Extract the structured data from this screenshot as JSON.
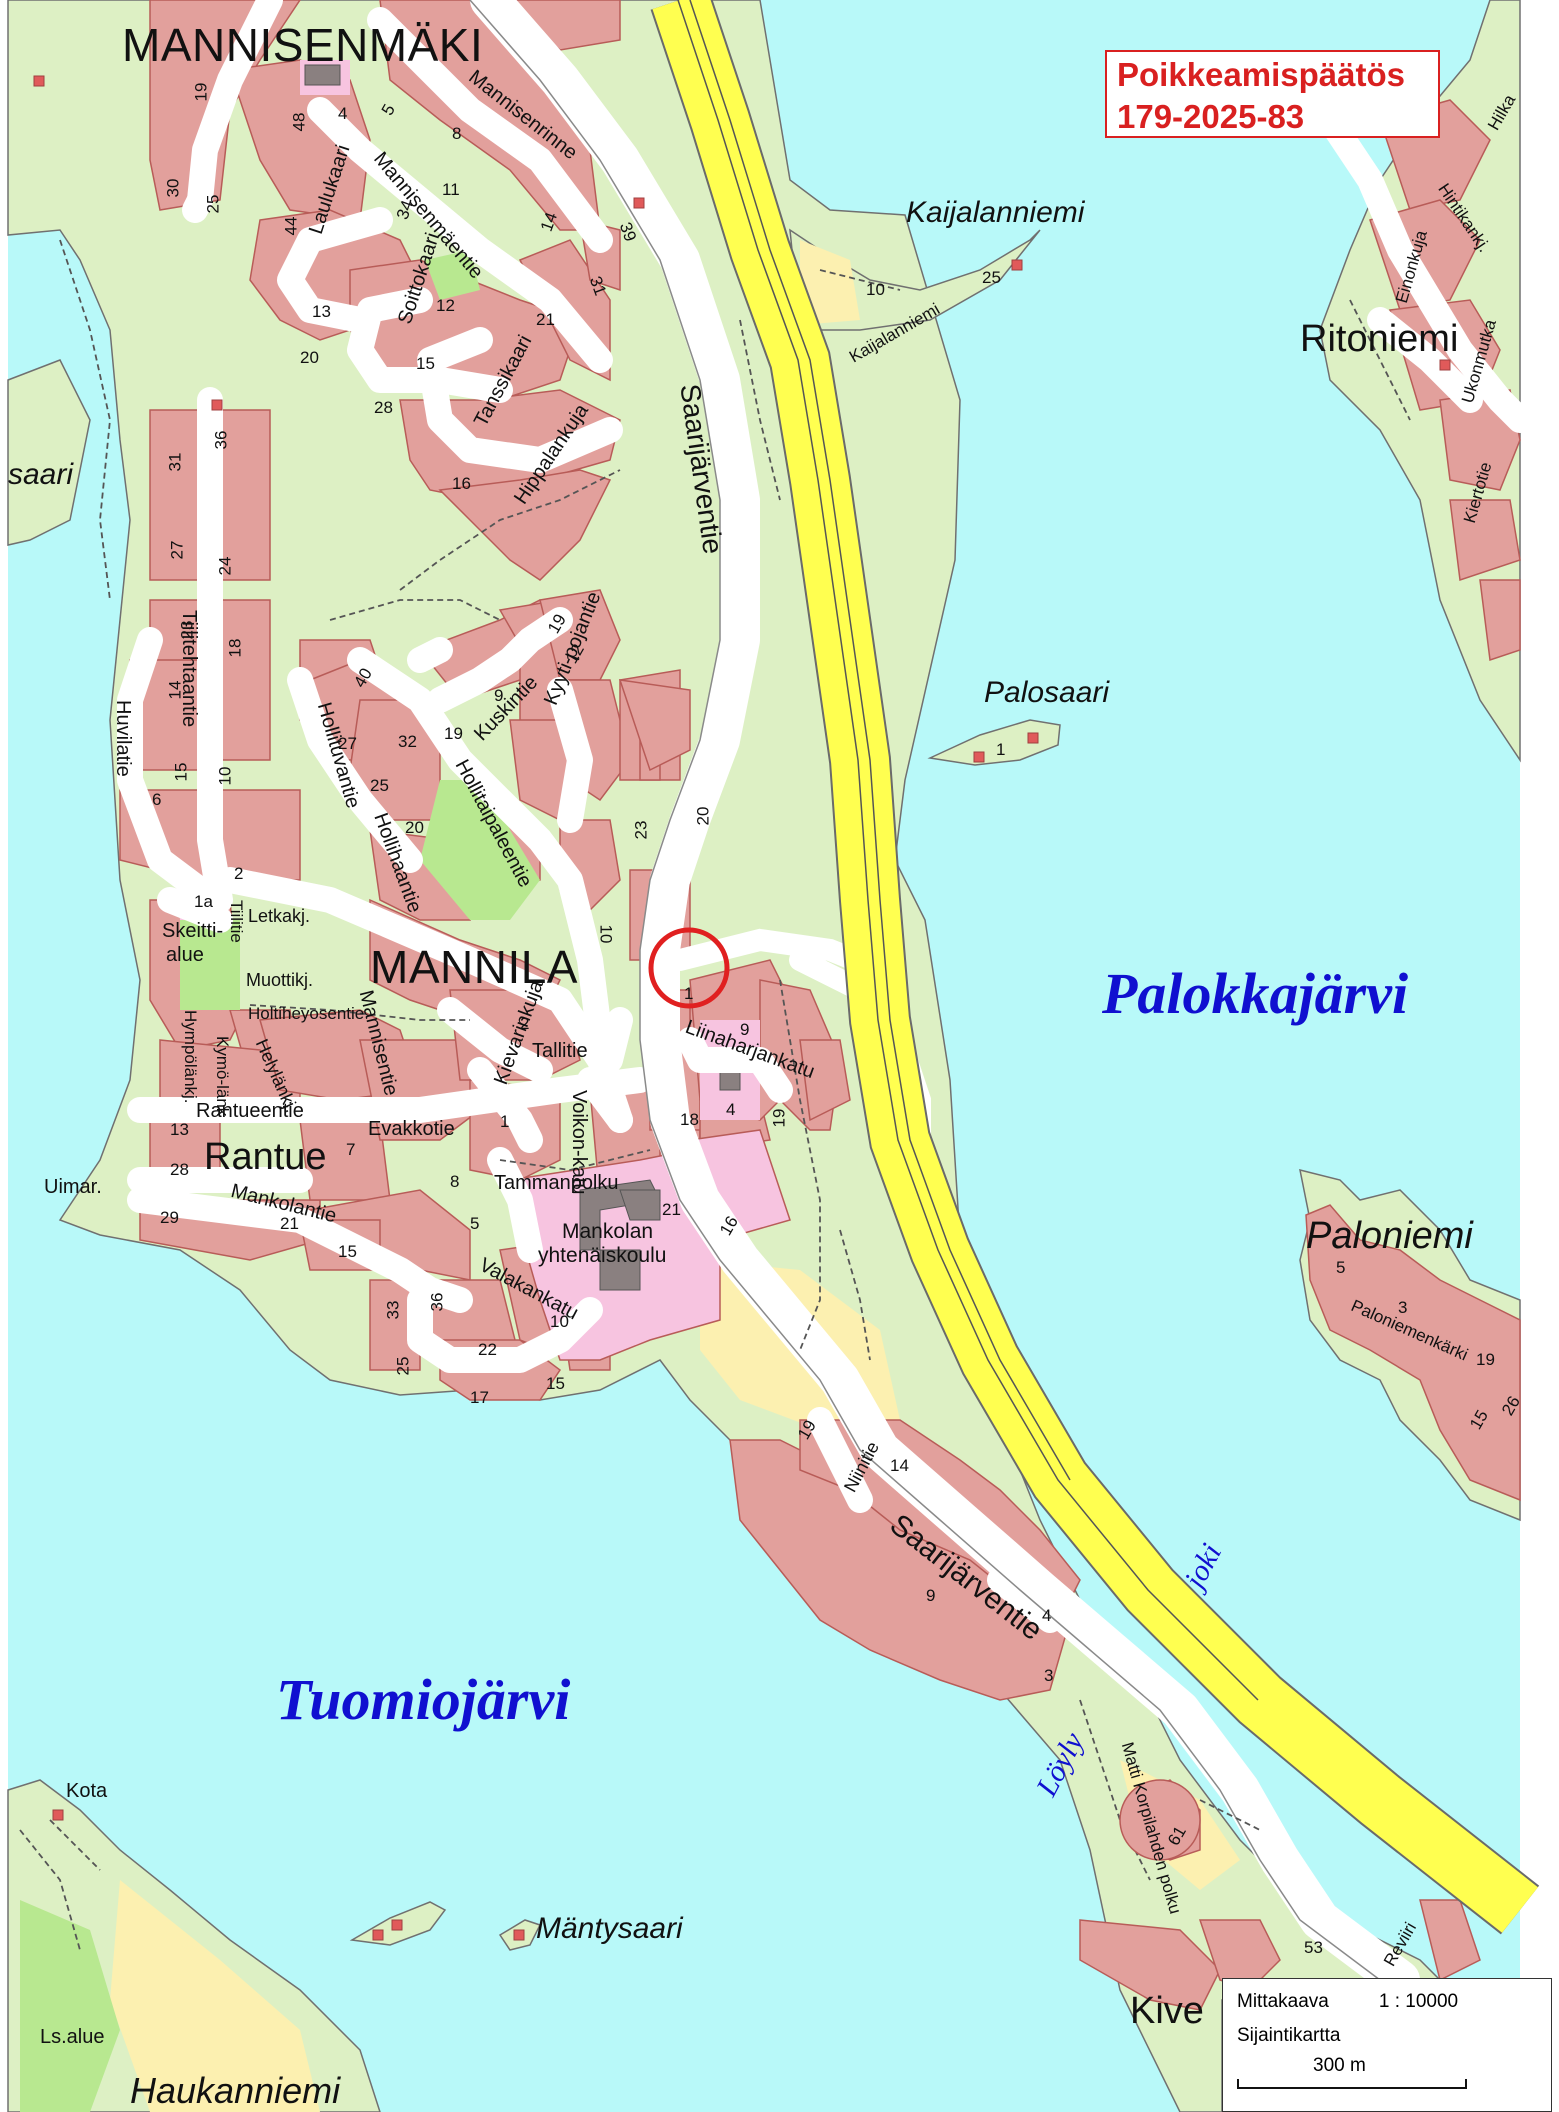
{
  "decision": {
    "line1": "Poikkeamispäätös",
    "line2": "179-2025-83"
  },
  "districts": {
    "mannisenmaki": "MANNISENMÄKI",
    "mannila": "MANNILA"
  },
  "areas": {
    "ritoniemi": "Ritoniemi",
    "rantue": "Rantue",
    "paloniemi": "Paloniemi",
    "kive": "Kive",
    "haukanniemi": "Haukanniemi"
  },
  "islands": {
    "kaijalanniemi": "Kaijalanniemi",
    "palosaari": "Palosaari",
    "mantysaari": "Mäntysaari",
    "west_saari": "saari"
  },
  "lakes": {
    "palokkajarvi": "Palokkajärvi",
    "tuomiojarvi": "Tuomiojärvi"
  },
  "water_labels": {
    "joki": "joki",
    "loyly": "Löyly"
  },
  "places": {
    "uimar": "Uimar.",
    "kota": "Kota",
    "lsalue": "Ls.alue",
    "skeitti1": "Skeitti-",
    "skeitti2": "alue",
    "school1": "Mankolan",
    "school2": "yhtenäiskoulu"
  },
  "roads": {
    "saarijarventie_n": "Saarijärventie",
    "saarijarventie_s": "Saarijärventie",
    "mannisenrinne": "Mannisenrinne",
    "mannisenmaentie": "Mannisenmäentie",
    "laulukaari": "Laulukaari",
    "soittokaari": "Soittokaari",
    "tanssikaari": "Tanssikaari",
    "hippalankuja": "Hippalankuja",
    "tiilitehtaantie": "Tiilitehtaantie",
    "huvilatie": "Huvilatie",
    "hollituvantie": "Hollituvantie",
    "hollihaantie": "Hollihaantie",
    "kuskintie": "Kuskintie",
    "kyytipojantie": "Kyyti-pojantie",
    "hollitaipaleentie": "Hollitaipaleentie",
    "mannisentie": "Mannisentie",
    "kievarinkuja": "Kievarinkuja",
    "tallitie": "Tallitie",
    "liinaharjankatu": "Liinaharjankatu",
    "voikonkatu": "Voikon-katu",
    "evakkotie": "Evakkotie",
    "rantueentie": "Rantueentie",
    "mankolantie": "Mankolantie",
    "tammanpolku": "Tammanpolku",
    "valakankatu": "Valakankatu",
    "letkakj": "Letkakj.",
    "muottikj": "Muottikj.",
    "holtiheyosentie": "Holtiheyosentie",
    "helylankj": "Helylänkj.",
    "hympolankj": "Hympölänkj.",
    "kymolank": "Kymö-länk",
    "tiilitie": "Tiilitie",
    "niinitie": "Niinitie",
    "kaijalanniemi_rd": "Kaijalanniemi",
    "paloniemenkarki": "Paloniemenkärki",
    "matti_korpilahden_polku": "Matti Korpilahden polku",
    "ukonmutka": "Ukonmutka",
    "einonkuja": "Einonkuja",
    "hintikankj": "Hintikankj.",
    "kiertotie": "Kiertotie",
    "reviiri": "Reviiri",
    "hilk": "Hilka"
  },
  "numbers": {
    "n1": "19",
    "n2": "30",
    "n3": "25",
    "n4": "48",
    "n5": "4",
    "n6": "5",
    "n7": "44",
    "n8": "8",
    "n9": "11",
    "n10": "14",
    "n11": "39",
    "n12": "31",
    "n13": "21",
    "n14": "34",
    "n15": "12",
    "n16": "13",
    "n17": "20",
    "n18": "28",
    "n19": "15",
    "n20": "16",
    "n21": "36",
    "n22": "31",
    "n23": "27",
    "n24": "24",
    "n25": "23",
    "n26": "18",
    "n27": "14",
    "n28": "15",
    "n29": "10",
    "n30": "2",
    "n31": "6",
    "n32": "40",
    "n33": "32",
    "n34": "19",
    "n35": "27",
    "n36": "25",
    "n37": "19",
    "n38": "12",
    "n39": "9",
    "n40": "20",
    "n41": "23",
    "n42": "20",
    "n43": "1",
    "n44": "9",
    "n45": "19",
    "n46": "18",
    "n47": "4",
    "n48": "16",
    "n49": "21",
    "n50": "10",
    "n51": "7",
    "n52": "8",
    "n53": "5",
    "n54": "13",
    "n55": "28",
    "n56": "29",
    "n57": "21",
    "n58": "15",
    "n59": "33",
    "n60": "36",
    "n61": "25",
    "n62": "22",
    "n63": "17",
    "n64": "15",
    "n65": "10",
    "n66": "19",
    "n67": "14",
    "n68": "4",
    "n69": "3",
    "n70": "61",
    "n71": "53",
    "n72": "1",
    "n73": "25",
    "n74": "10",
    "n75": "3",
    "n76": "5",
    "n77": "19",
    "n78": "26",
    "n79": "15",
    "n80": "1a",
    "n81": "1",
    "n82": "2",
    "n83": "9"
  },
  "legend": {
    "scale_label": "Mittakaava",
    "scale_value": "1 : 10000",
    "map_type": "Sijaintikartta",
    "bar_label": "300 m"
  },
  "colors": {
    "water": "#b8f9f9",
    "land": "#ddf0c4",
    "lot": "#e2a09c",
    "lot_border": "#b85c58",
    "road": "#ffffff",
    "motorway": "#ffff50",
    "park": "#b8e890",
    "school": "#f7c4e0",
    "sand": "#fcf0b0",
    "circle": "#e02020"
  }
}
